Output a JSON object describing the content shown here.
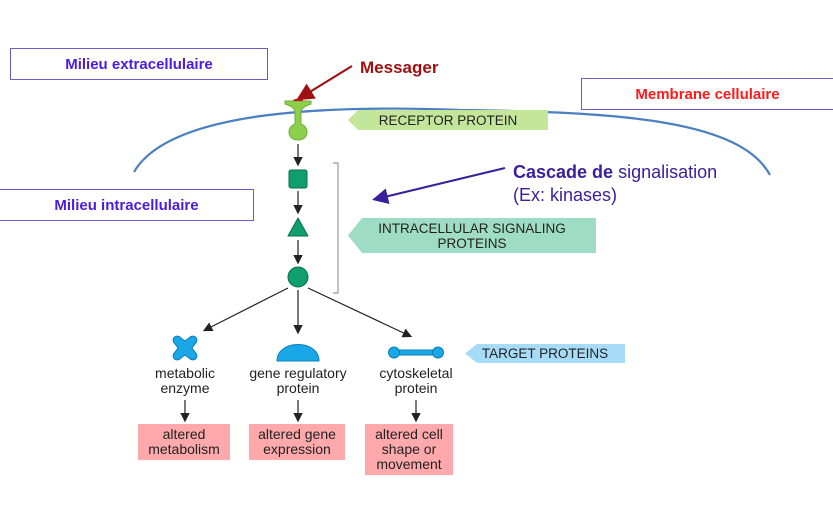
{
  "labels": {
    "extracellular": "Milieu extracellulaire",
    "intracellular": "Milieu intracellulaire",
    "membrane": "Membrane cellulaire",
    "messager": "Messager",
    "cascade_bold": "Cascade de",
    "cascade_rest": " signalisation",
    "cascade_example": "(Ex: kinases)"
  },
  "tags": {
    "receptor": "RECEPTOR PROTEIN",
    "intracellular_line1": "INTRACELLULAR SIGNALING",
    "intracellular_line2": "PROTEINS",
    "target": "TARGET PROTEINS"
  },
  "targets": [
    {
      "line1": "metabolic",
      "line2": "enzyme",
      "result": [
        "altered",
        "metabolism"
      ]
    },
    {
      "line1": "gene regulatory",
      "line2": "protein",
      "result": [
        "altered gene",
        "expression"
      ]
    },
    {
      "line1": "cytoskeletal",
      "line2": "protein",
      "result": [
        "altered cell",
        "shape or",
        "movement"
      ]
    }
  ],
  "colors": {
    "label_blue": "#4b1de0",
    "label_red": "#ff1a1a",
    "messager": "#a01010",
    "membrane": "#4a7fc0",
    "receptor": "#8ccf4d",
    "signaling": "#0f9e6e",
    "target": "#1aa7e8",
    "result_bg": "#ffa9ac"
  }
}
